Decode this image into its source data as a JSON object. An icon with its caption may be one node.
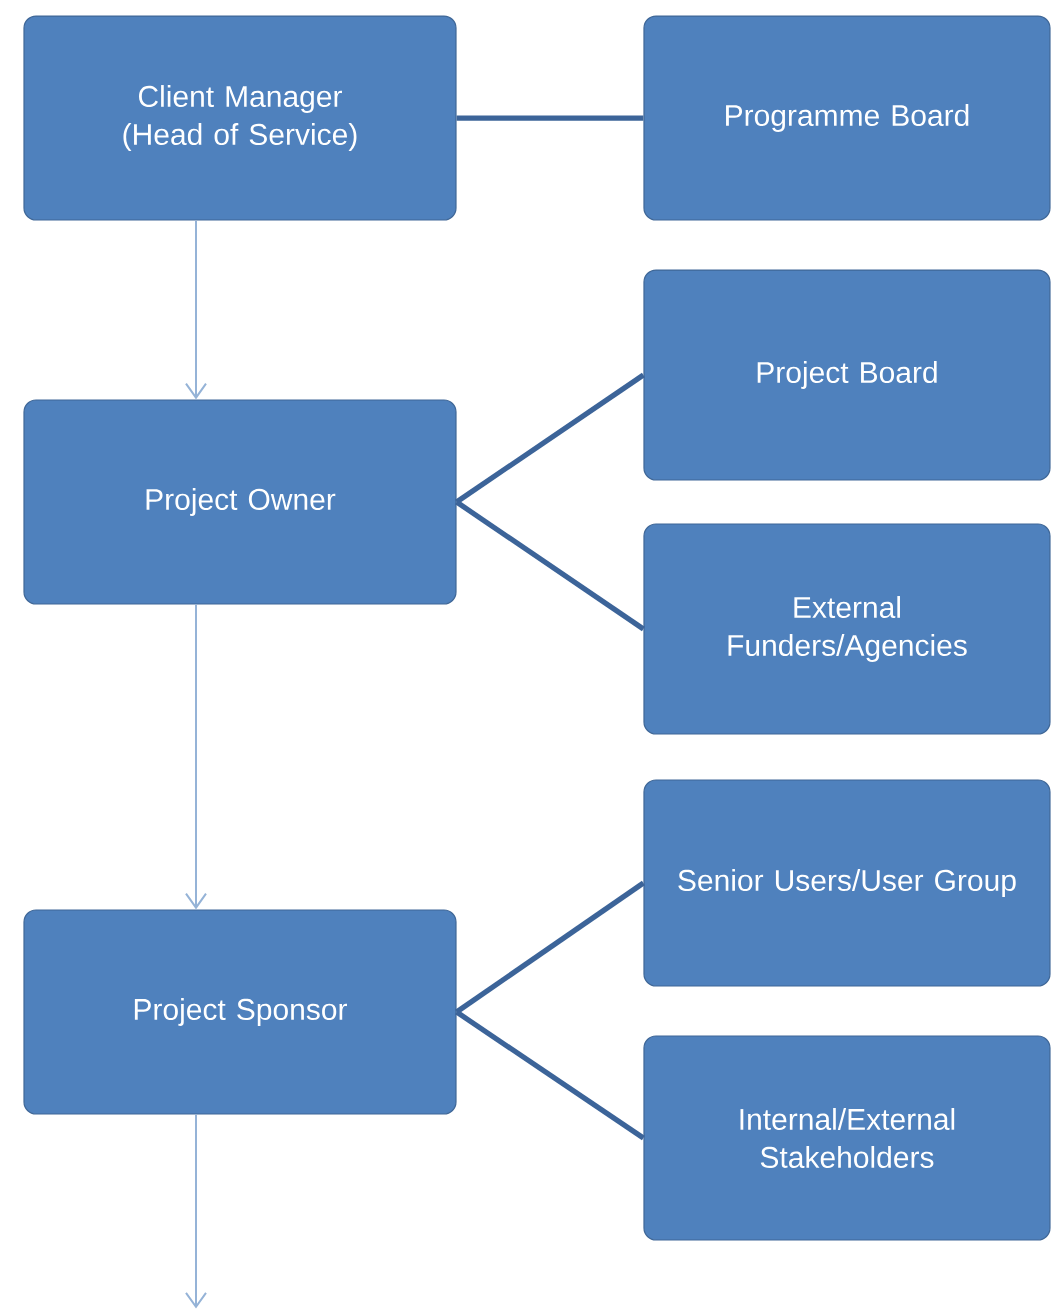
{
  "diagram": {
    "nodes": [
      {
        "text": [
          "Client Manager (Head of Service)"
        ]
      },
      {
        "text": [
          "Programme Board"
        ]
      },
      {
        "text": [
          "Project Owner"
        ]
      },
      {
        "text": [
          "Project Board"
        ]
      },
      {
        "text": [
          "External Funders/Agencies"
        ]
      },
      {
        "text": [
          "Project Sponsor"
        ]
      },
      {
        "text": [
          "Senior Users/User Group"
        ]
      },
      {
        "text": [
          "Internal/External Stakeholders"
        ]
      }
    ],
    "edges": [
      {
        "from": 0,
        "to": 1,
        "arrow": "none"
      },
      {
        "from": 0,
        "to": 2,
        "arrow": "to",
        "color": "#95b3d7"
      },
      {
        "from": 2,
        "to": 3,
        "arrow": "none"
      },
      {
        "from": 2,
        "to": 4,
        "arrow": "none"
      },
      {
        "from": 2,
        "to": 5,
        "arrow": "to",
        "color": "#95b3d7"
      },
      {
        "from": 5,
        "to": 6,
        "arrow": "none"
      },
      {
        "from": 5,
        "to": 7,
        "arrow": "none"
      },
      {
        "from": 5,
        "to": null,
        "arrow": "to",
        "color": "#95b3d7"
      }
    ]
  }
}
